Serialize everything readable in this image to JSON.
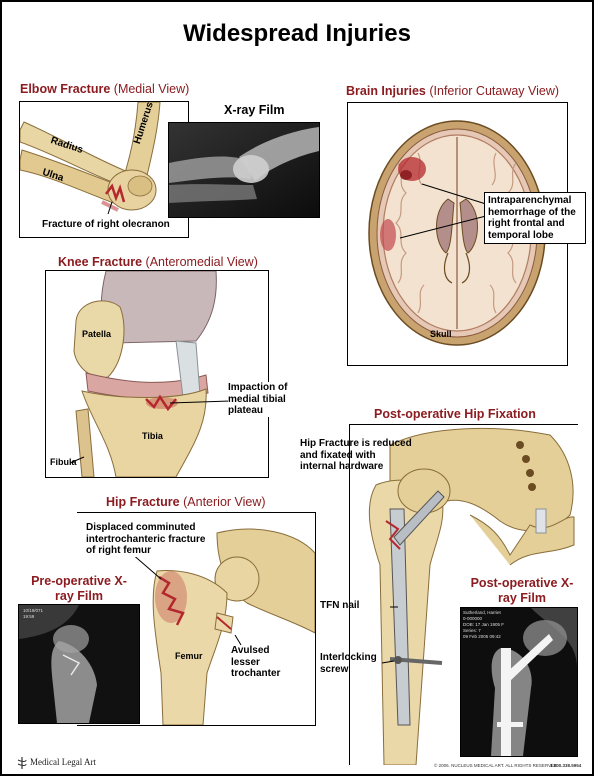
{
  "title": "Widespread Injuries",
  "elbow": {
    "heading": "Elbow Fracture",
    "view": "(Medial View)",
    "label_humerus": "Humerus",
    "label_radius": "Radius",
    "label_ulna": "Ulna",
    "caption": "Fracture of right olecranon"
  },
  "xray_film": {
    "label": "X-ray Film"
  },
  "brain": {
    "heading": "Brain Injuries",
    "view": "(Inferior Cutaway View)",
    "callout": "Intraparenchymal hemorrhage of the right frontal and temporal lobe",
    "label_skull": "Skull"
  },
  "knee": {
    "heading": "Knee Fracture",
    "view": "(Anteromedial View)",
    "label_patella": "Patella",
    "label_tibia": "Tibia",
    "label_fibula": "Fibula",
    "callout": "Impaction of medial tibial plateau"
  },
  "post_hip": {
    "heading": "Post-operative Hip Fixation",
    "callout": "Hip Fracture is reduced and fixated with internal hardware",
    "label_nail": "TFN nail",
    "label_screw": "Interlocking screw",
    "xray_label": "Post-operative X-ray Film",
    "xray_text": [
      "Sutherland, Harriet",
      "0-000000",
      "DOB: 17 Jan 1905 F",
      "Series: 7",
      "09 Feb 2005 09:42"
    ],
    "footer": "© 2006. NUCLEUS MEDICAL ART. ALL RIGHTS RESERVED.",
    "phone": "1.800.338.5954"
  },
  "hip": {
    "heading": "Hip Fracture",
    "view": "(Anterior View)",
    "callout": "Displaced comminuted intertrochanteric fracture of right femur",
    "label_femur": "Femur",
    "label_avulsed": "Avulsed lesser trochanter",
    "preop_label": "Pre-operative X-ray Film",
    "xray_text": [
      "10/19/071",
      "19:59"
    ]
  },
  "logo": {
    "text": "Medical Legal Art"
  },
  "colors": {
    "heading_red": "#8b1c20",
    "bone": "#e8d4a0",
    "blood": "#b4282e"
  }
}
